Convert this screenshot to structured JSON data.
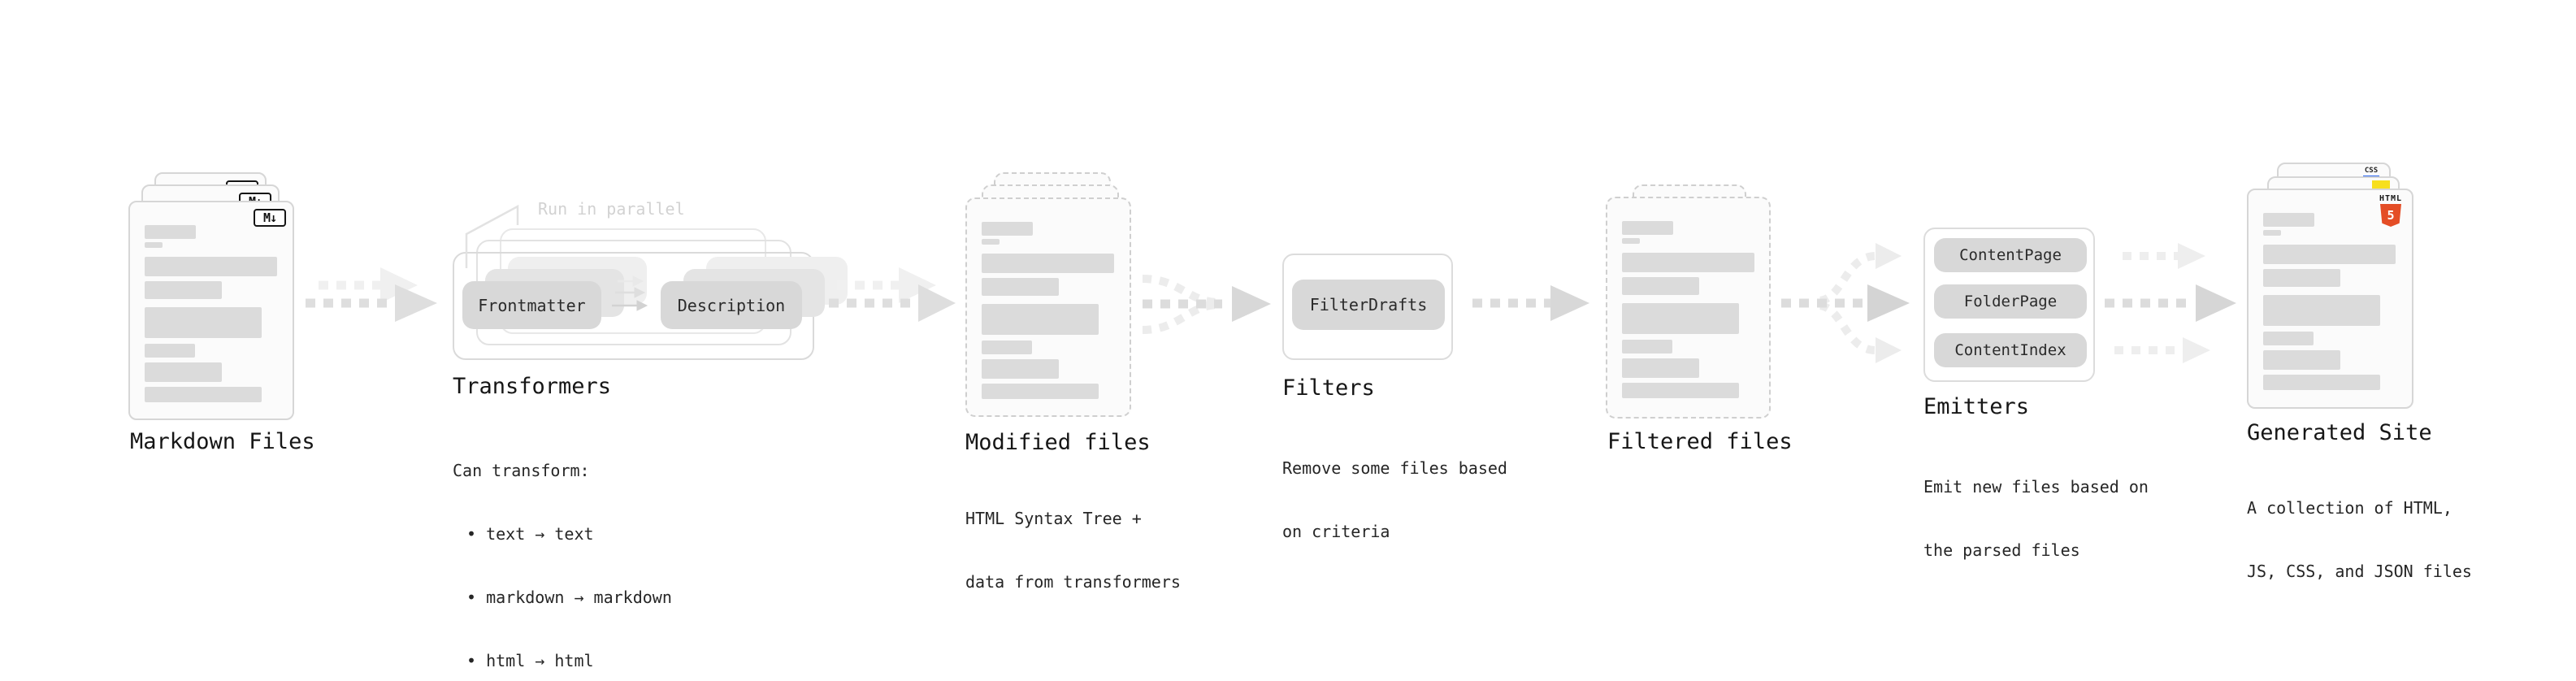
{
  "stages": {
    "markdown": {
      "label": "Markdown Files",
      "badge": "M↓"
    },
    "transformers": {
      "label": "Transformers",
      "note": "Run in parallel",
      "pills": {
        "frontmatter": "Frontmatter",
        "description": "Description"
      },
      "desc_title": "Can transform:",
      "bullets": [
        "• text → text",
        "• markdown → markdown",
        "• html → html"
      ]
    },
    "modified": {
      "label": "Modified files",
      "desc": [
        "HTML Syntax Tree +",
        "data from transformers"
      ]
    },
    "filters": {
      "label": "Filters",
      "pill": "FilterDrafts",
      "desc": [
        "Remove some files based",
        "on criteria"
      ]
    },
    "filtered": {
      "label": "Filtered files"
    },
    "emitters": {
      "label": "Emitters",
      "pills": [
        "ContentPage",
        "FolderPage",
        "ContentIndex"
      ],
      "desc": [
        "Emit new files based on",
        "the parsed files"
      ]
    },
    "generated": {
      "label": "Generated Site",
      "desc": [
        "A collection of HTML,",
        "JS, CSS, and JSON files"
      ],
      "badges": {
        "css": "CSS",
        "html_word": "HTML",
        "html_number": "5"
      }
    }
  },
  "colors": {
    "html5_orange": "#e44d26",
    "js_yellow": "#f7df1e",
    "css_blue": "#2965f1",
    "pill_gray": "#d8d8d8",
    "card_border": "#d6d6d6",
    "arrow_dark": "#dedede",
    "arrow_light": "#f0f0f0",
    "text_dark": "#161616",
    "note_gray": "#d2d2d2"
  }
}
